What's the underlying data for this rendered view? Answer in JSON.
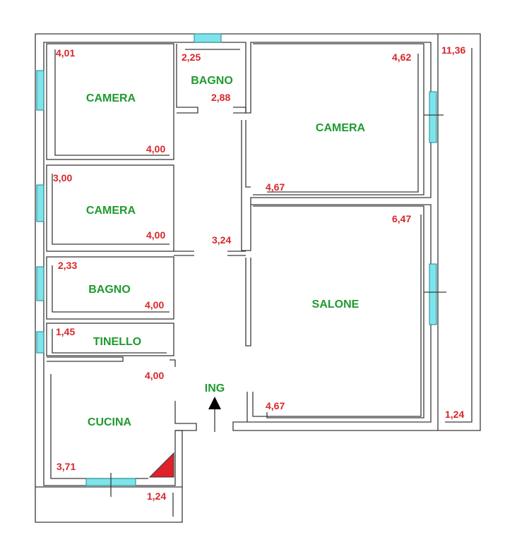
{
  "rooms": {
    "camera_1": "CAMERA",
    "bagno_1": "BAGNO",
    "camera_2": "CAMERA",
    "camera_3": "CAMERA",
    "bagno_2": "BAGNO",
    "tinello": "TINELLO",
    "salone": "SALONE",
    "cucina": "CUCINA",
    "ingresso": "ING"
  },
  "dimensions": {
    "camera_1_height": "4,01",
    "camera_1_width": "4,00",
    "bagno_1_width": "2,25",
    "bagno_1_height": "2,88",
    "camera_2_height": "4,62",
    "camera_2_width": "4,67",
    "camera_3_height": "3,00",
    "camera_3_width": "4,00",
    "corridor_length": "3,24",
    "bagno_2_height": "2,33",
    "bagno_2_width": "4,00",
    "tinello_height": "1,45",
    "tinello_width": "4,00",
    "salone_height": "6,47",
    "salone_width": "4,67",
    "balcony_right_length": "11,36",
    "balcony_right_width": "1,24",
    "cucina_height": "3,71",
    "balcony_bottom_width": "1,24"
  },
  "colors": {
    "room_label": "#1f9a2e",
    "dimension_label": "#d8262a",
    "window": "#7fe4ea",
    "stairs": "#e0202a"
  }
}
